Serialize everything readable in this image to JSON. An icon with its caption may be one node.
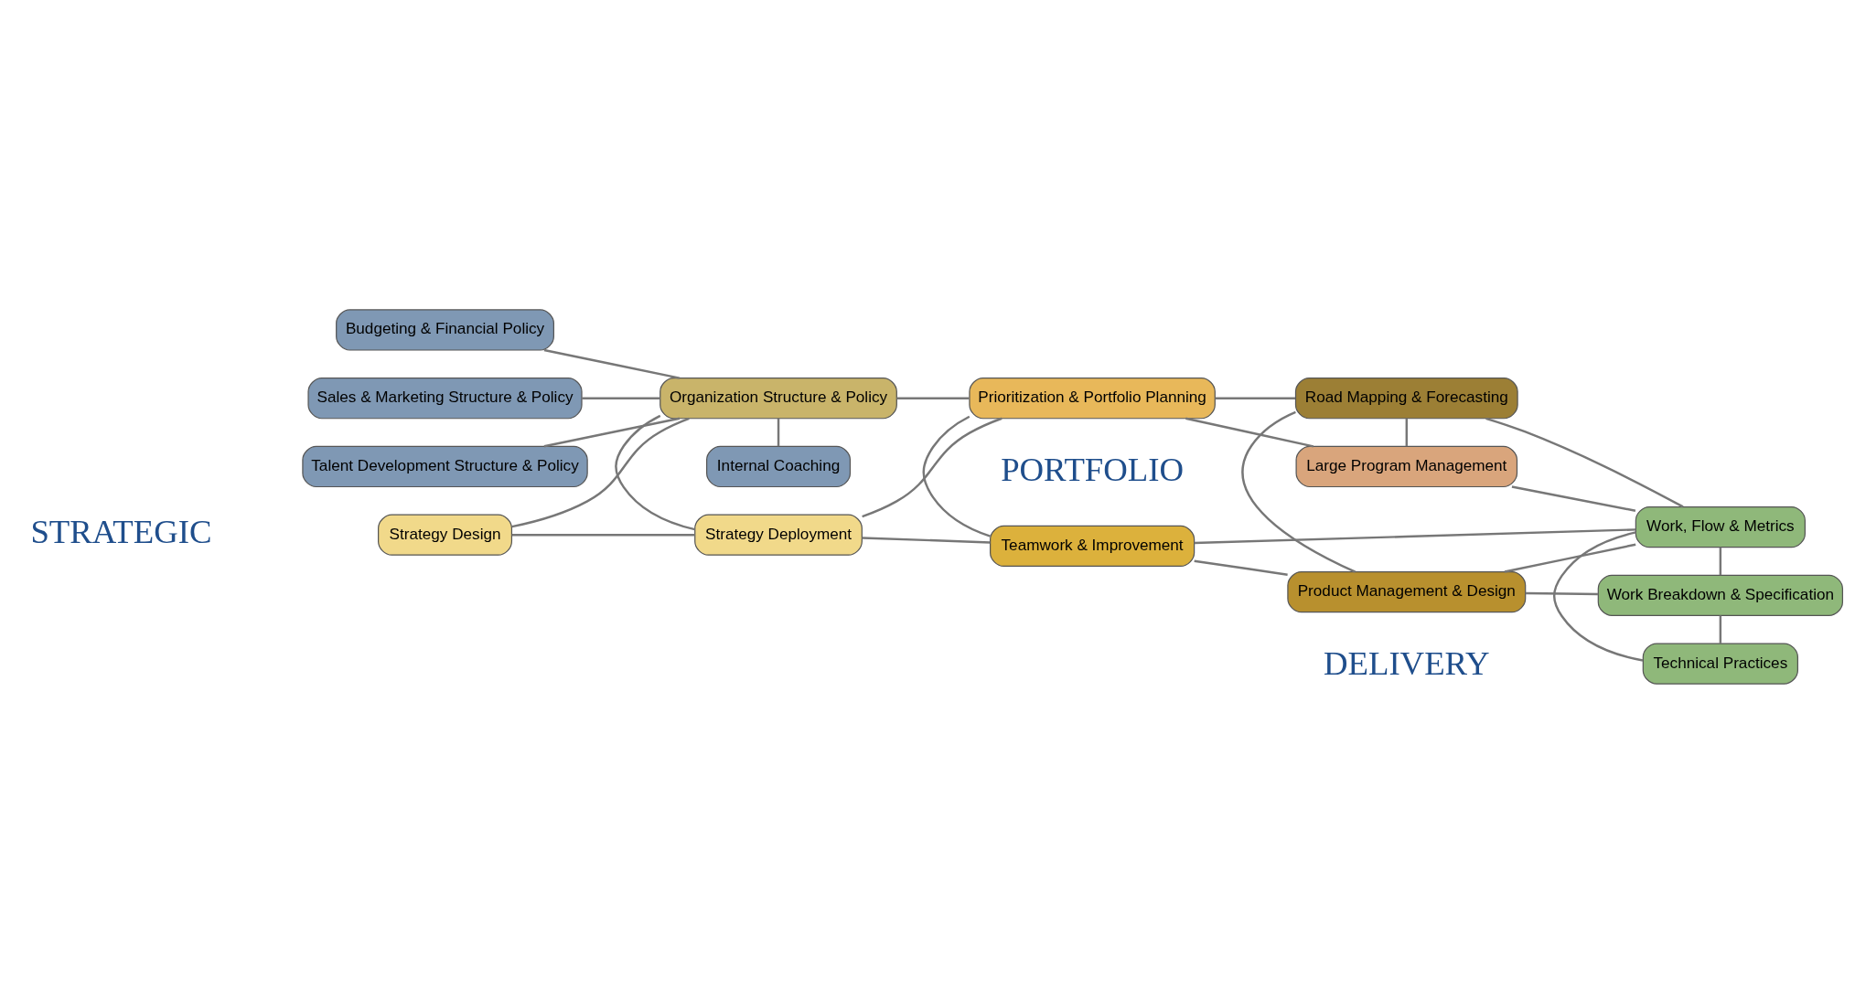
{
  "diagram": {
    "nodes": [
      {
        "text": [
          "Strategy Design"
        ]
      },
      {
        "text": [
          "Strategy Deployment"
        ]
      },
      {
        "text": [
          "Teamwork & Improvement"
        ]
      },
      {
        "text": [
          "Product Management & Design"
        ]
      },
      {
        "text": [
          "Work Breakdown & Specification"
        ]
      },
      {
        "text": [
          "Organization Structure & Policy"
        ]
      },
      {
        "text": [
          "Prioritization & Portfolio Planning"
        ]
      },
      {
        "text": [
          "Road Mapping & Forecasting"
        ]
      },
      {
        "text": [
          "Work, Flow & Metrics"
        ]
      },
      {
        "text": [
          "Large Program Management"
        ]
      },
      {
        "text": [
          "Technical Practices"
        ]
      },
      {
        "text": [
          "Budgeting & Financial Policy"
        ]
      },
      {
        "text": [
          "Sales & Marketing Structure & Policy"
        ]
      },
      {
        "text": [
          "Talent Development Structure & Policy"
        ]
      },
      {
        "text": [
          "Internal Coaching"
        ]
      }
    ],
    "edges": [
      {
        "from": 0,
        "to": 1,
        "arrow": "none"
      },
      {
        "from": 1,
        "to": 2,
        "arrow": "none"
      },
      {
        "from": 2,
        "to": 3,
        "arrow": "none"
      },
      {
        "from": 3,
        "to": 4,
        "arrow": "none"
      },
      {
        "from": 0,
        "to": 5,
        "arrow": "none"
      },
      {
        "from": 5,
        "to": 1,
        "arrow": "none"
      },
      {
        "from": 1,
        "to": 6,
        "arrow": "none"
      },
      {
        "from": 6,
        "to": 2,
        "arrow": "none"
      },
      {
        "from": 2,
        "to": 8,
        "arrow": "none"
      },
      {
        "from": 5,
        "to": 6,
        "arrow": "none"
      },
      {
        "from": 6,
        "to": 7,
        "arrow": "none"
      },
      {
        "from": 7,
        "to": 8,
        "arrow": "none"
      },
      {
        "from": 6,
        "to": 9,
        "arrow": "none"
      },
      {
        "from": 7,
        "to": 3,
        "arrow": "none"
      },
      {
        "from": 3,
        "to": 8,
        "arrow": "none"
      },
      {
        "from": 8,
        "to": 4,
        "arrow": "none"
      },
      {
        "from": 4,
        "to": 10,
        "arrow": "none"
      },
      {
        "from": 7,
        "to": 9,
        "arrow": "none"
      },
      {
        "from": 9,
        "to": 8,
        "arrow": "none"
      },
      {
        "from": 8,
        "to": 10,
        "arrow": "none"
      },
      {
        "from": 5,
        "to": 11,
        "arrow": "none"
      },
      {
        "from": 5,
        "to": 12,
        "arrow": "none"
      },
      {
        "from": 5,
        "to": 13,
        "arrow": "none"
      },
      {
        "from": 5,
        "to": 14,
        "arrow": "none"
      }
    ],
    "labels": [
      "DELIVERY",
      "STRATEGIC",
      "PORTFOLIO"
    ]
  }
}
